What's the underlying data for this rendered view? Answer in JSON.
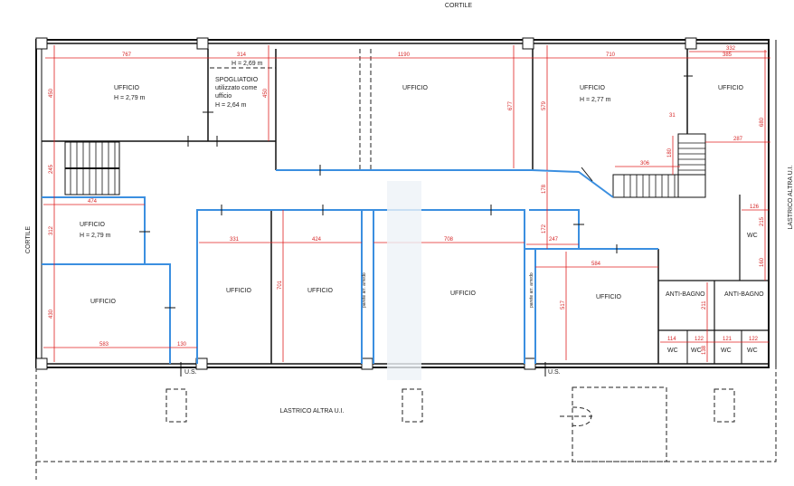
{
  "labels": {
    "top": "CORTILE",
    "left": "CORTILE",
    "right": "LASTRICO ALTRA U.I.",
    "bottom": "LASTRICO ALTRA U.I.",
    "us1": "U.S.",
    "us2": "U.S."
  },
  "rooms": [
    {
      "name": "UFFICIO",
      "height": "H = 2,79 m"
    },
    {
      "name": "SPOGLIATOIO",
      "sub1": "utilizzato come",
      "sub2": "ufficio",
      "height": "H = 2,64 m",
      "top_height": "H = 2,69 m"
    },
    {
      "name": "UFFICIO"
    },
    {
      "name": "UFFICIO",
      "height": "H = 2,77 m"
    },
    {
      "name": "UFFICIO"
    },
    {
      "name": "UFFICIO",
      "height": "H = 2,79 m"
    },
    {
      "name": "UFFICIO"
    },
    {
      "name": "UFFICIO"
    },
    {
      "name": "UFFICIO"
    },
    {
      "name": "UFFICIO"
    },
    {
      "name": "UFFICIO"
    },
    {
      "name": "ANTI-BAGNO"
    },
    {
      "name": "ANTI-BAGNO"
    },
    {
      "name": "WC"
    },
    {
      "name": "WC"
    },
    {
      "name": "WC"
    },
    {
      "name": "WC"
    },
    {
      "name": "WC"
    }
  ],
  "partition_note": "parete arr. arredo",
  "dimensions": {
    "d767": "767",
    "d314": "314",
    "d1190": "1190",
    "d710": "710",
    "d332": "332",
    "d385": "385",
    "d450a": "450",
    "d450b": "450",
    "d677": "677",
    "d579": "579",
    "d31": "31",
    "d287": "287",
    "d306": "306",
    "d180": "180",
    "d680": "680",
    "d245": "245",
    "d474": "474",
    "d312": "312",
    "d178": "178",
    "d331": "331",
    "d424": "424",
    "d708": "708",
    "d172": "172",
    "d247": "247",
    "d126": "126",
    "d215": "215",
    "d160": "160",
    "d430": "430",
    "d583": "583",
    "d130": "130",
    "d701": "701",
    "d584": "584",
    "d517": "517",
    "d211": "211",
    "d114": "114",
    "d122a": "122",
    "d138": "138",
    "d121": "121",
    "d122b": "122"
  }
}
